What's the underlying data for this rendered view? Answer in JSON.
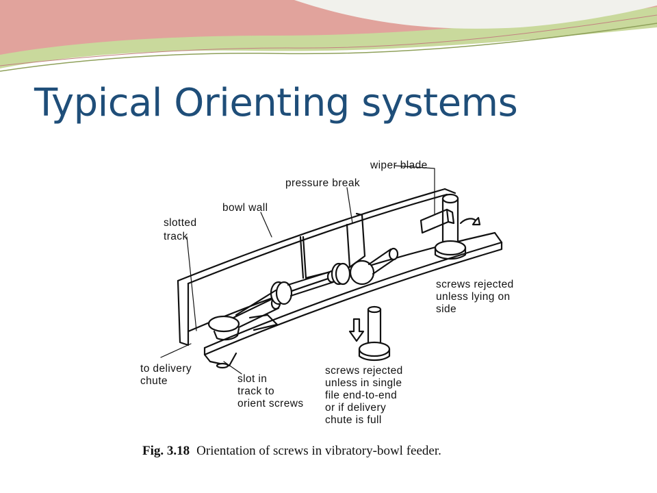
{
  "slide": {
    "title": "Typical Orienting systems"
  },
  "diagram": {
    "labels": {
      "wiper_blade": "wiper blade",
      "pressure_break": "pressure break",
      "bowl_wall": "bowl wall",
      "slotted_track_1": "slotted",
      "slotted_track_2": "track",
      "rejected_side_1": "screws rejected",
      "rejected_side_2": "unless lying on",
      "rejected_side_3": "side",
      "delivery_1": "to delivery",
      "delivery_2": "chute",
      "slot_1": "slot in",
      "slot_2": "track to",
      "slot_3": "orient screws",
      "rejected_file_1": "screws rejected",
      "rejected_file_2": "unless in single",
      "rejected_file_3": "file end-to-end",
      "rejected_file_4": "or if delivery",
      "rejected_file_5": "chute is full"
    },
    "caption": {
      "figure_number": "Fig. 3.18",
      "text": "Orientation of screws in vibratory-bowl feeder."
    }
  },
  "colors": {
    "title": "#1f4e79",
    "banner_pink": "#e8a0a0",
    "banner_green": "#c8d9a0"
  }
}
